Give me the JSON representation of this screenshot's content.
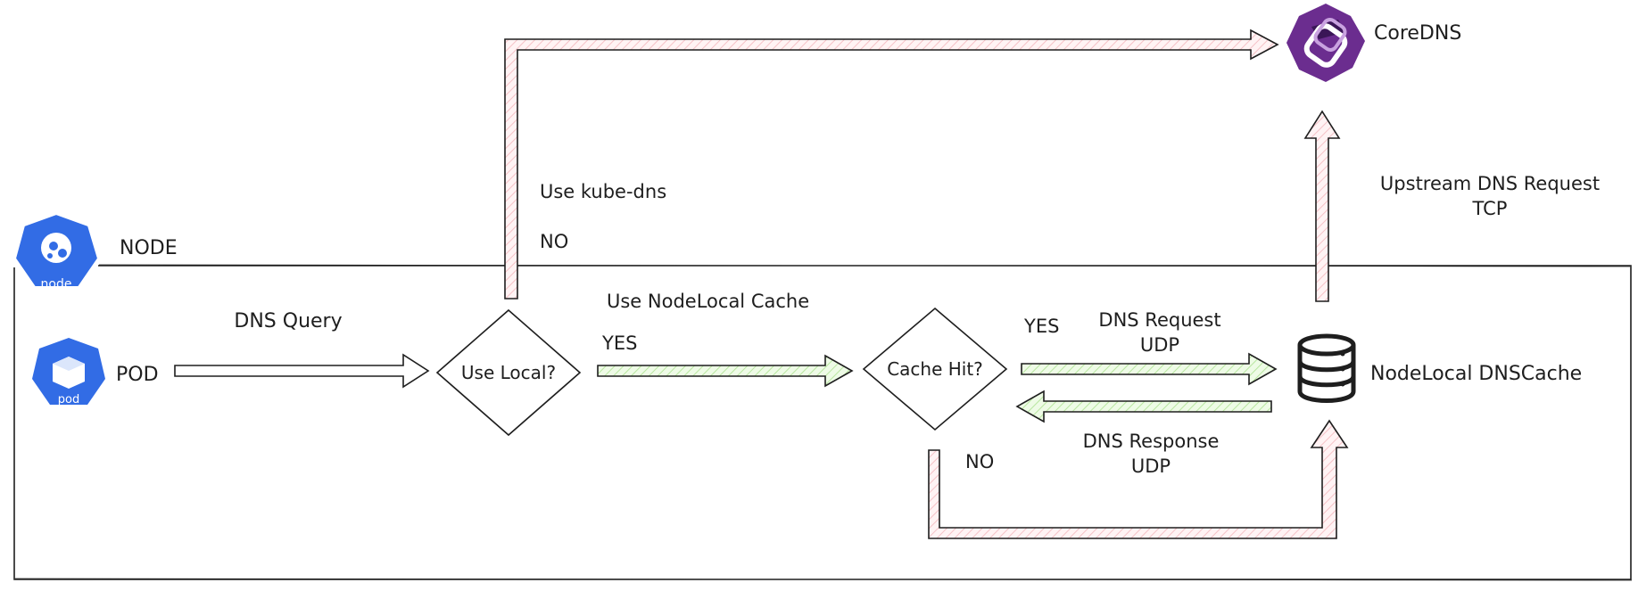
{
  "labels": {
    "node": "NODE",
    "pod": "POD",
    "dns_query": "DNS Query",
    "use_local": "Use Local?",
    "use_kube_dns": "Use kube-dns",
    "no_top": "NO",
    "use_nodelocal_cache": "Use NodeLocal Cache",
    "yes_left": "YES",
    "cache_hit": "Cache Hit?",
    "yes_right": "YES",
    "dns_request": "DNS Request",
    "dns_request_proto": "UDP",
    "dns_response": "DNS Response",
    "dns_response_proto": "UDP",
    "no_bottom": "NO",
    "nodelocal_dnscache": "NodeLocal DNSCache",
    "upstream_request": "Upstream DNS Request",
    "upstream_proto": "TCP",
    "coredns": "CoreDNS"
  },
  "icons": {
    "node_icon_text": "node",
    "pod_icon_text": "pod",
    "node_icon": "kubernetes-node-icon",
    "pod_icon": "kubernetes-pod-icon",
    "cache_icon": "database-icon",
    "coredns_icon": "coredns-logo-icon"
  },
  "colors": {
    "k8s_blue": "#326ce5",
    "coredns_purple": "#6b2d8f",
    "green_fill": "#d3f9c5",
    "pink_fill": "#fde2e4",
    "stroke": "#1e1e1e"
  }
}
